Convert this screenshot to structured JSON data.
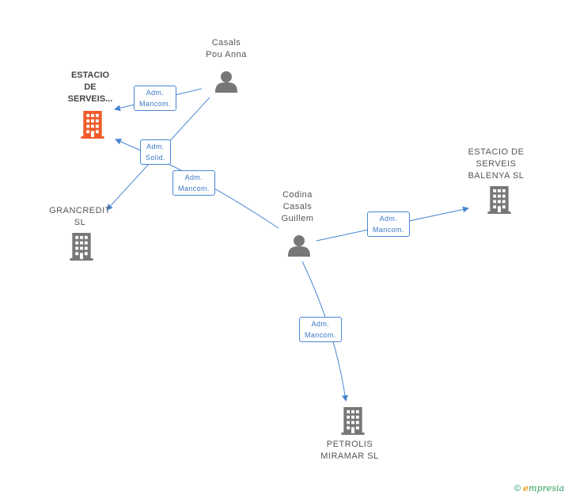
{
  "nodes": {
    "estacio_main": {
      "label": "ESTACIO\nDE\nSERVEIS...",
      "icon": "building-icon",
      "color": "#f05a28"
    },
    "casals_pou": {
      "label": "Casals\nPou Anna",
      "icon": "person-icon",
      "color": "#777777"
    },
    "grancredit": {
      "label": "GRANCREDIT\nSL",
      "icon": "building-icon",
      "color": "#777777"
    },
    "codina": {
      "label": "Codina\nCasals\nGuillem",
      "icon": "person-icon",
      "color": "#777777"
    },
    "balenya": {
      "label": "ESTACIO DE\nSERVEIS\nBALENYA SL",
      "icon": "building-icon",
      "color": "#777777"
    },
    "petrolis": {
      "label": "PETROLIS\nMIRAMAR SL",
      "icon": "building-icon",
      "color": "#777777"
    }
  },
  "edges": [
    {
      "id": "e1",
      "label": "Adm.\nMancom."
    },
    {
      "id": "e2",
      "label": "Adm.\nSolid."
    },
    {
      "id": "e3",
      "label": "Adm.\nMancom."
    },
    {
      "id": "e4",
      "label": "Adm.\nMancom."
    },
    {
      "id": "e5",
      "label": "Adm.\nMancom."
    }
  ],
  "colors": {
    "edge": "#4a86d4"
  },
  "footer": {
    "copyright": "©",
    "brand": "mpresia",
    "brand_initial": "e"
  }
}
